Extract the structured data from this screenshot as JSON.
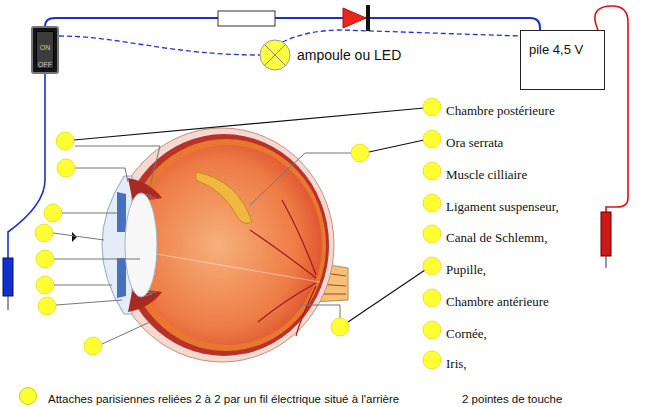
{
  "diagram": {
    "nodes": [
      {
        "text": [
          "ON",
          "OFF"
        ]
      },
      {
        "text": [
          "ampoule ou LED"
        ]
      },
      {
        "text": [
          "pile 4,5 V"
        ]
      }
    ],
    "edges": [
      {
        "from": 0,
        "to": 2,
        "arrow": "none"
      },
      {
        "from": 0,
        "to": 1,
        "arrow": "none"
      },
      {
        "from": 1,
        "to": 2,
        "arrow": "none"
      }
    ],
    "labels": [
      "Chambre postérieure",
      "Ora serrata",
      "Muscle cilliaire",
      "Ligament suspenseur,",
      "Canal de Schlemm,",
      "Pupille,",
      "Chambre antérieure",
      "Cornée,",
      "Iris,",
      "2 pointes de touche"
    ],
    "legend": [
      {
        "text": "Attaches parisiennes reliées 2 à 2 par un fil électrique situé à l'arrière",
        "color": "#ffff33"
      }
    ]
  }
}
